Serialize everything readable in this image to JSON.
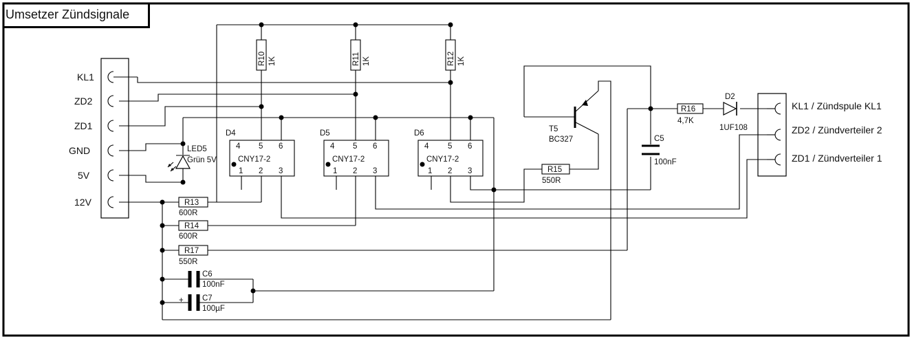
{
  "title": "Umsetzer Zündsignale",
  "connector_pins": [
    "KL1",
    "ZD2",
    "ZD1",
    "GND",
    "5V",
    "12V"
  ],
  "output_labels": [
    "KL1 / Zündspule KL1",
    "ZD2 / Zündverteiler 2",
    "ZD1 / Zündverteiler 1"
  ],
  "optocouplers": [
    {
      "ref": "D4",
      "type": "CNY17-2",
      "pins_top": [
        "4",
        "5",
        "6"
      ],
      "pins_bottom": [
        "1",
        "2",
        "3"
      ]
    },
    {
      "ref": "D5",
      "type": "CNY17-2",
      "pins_top": [
        "4",
        "5",
        "6"
      ],
      "pins_bottom": [
        "1",
        "2",
        "3"
      ]
    },
    {
      "ref": "D6",
      "type": "CNY17-2",
      "pins_top": [
        "4",
        "5",
        "6"
      ],
      "pins_bottom": [
        "1",
        "2",
        "3"
      ]
    }
  ],
  "resistors_vertical": [
    {
      "ref": "R10",
      "value": "1K"
    },
    {
      "ref": "R11",
      "value": "1K"
    },
    {
      "ref": "R12",
      "value": "1K"
    }
  ],
  "resistors_horizontal": [
    {
      "ref": "R13",
      "value": "600R"
    },
    {
      "ref": "R14",
      "value": "600R"
    },
    {
      "ref": "R17",
      "value": "550R"
    },
    {
      "ref": "R15",
      "value": "550R"
    },
    {
      "ref": "R16",
      "value": "4,7K"
    }
  ],
  "led": {
    "ref": "LED5",
    "value": "Grün 5V"
  },
  "transistor": {
    "ref": "T5",
    "type": "BC327"
  },
  "diode": {
    "ref": "D2",
    "type": "1UF108"
  },
  "capacitors": [
    {
      "ref": "C5",
      "value": "100nF"
    },
    {
      "ref": "C6",
      "value": "100nF"
    },
    {
      "ref": "C7",
      "value": "100µF",
      "polarity": "+"
    }
  ]
}
